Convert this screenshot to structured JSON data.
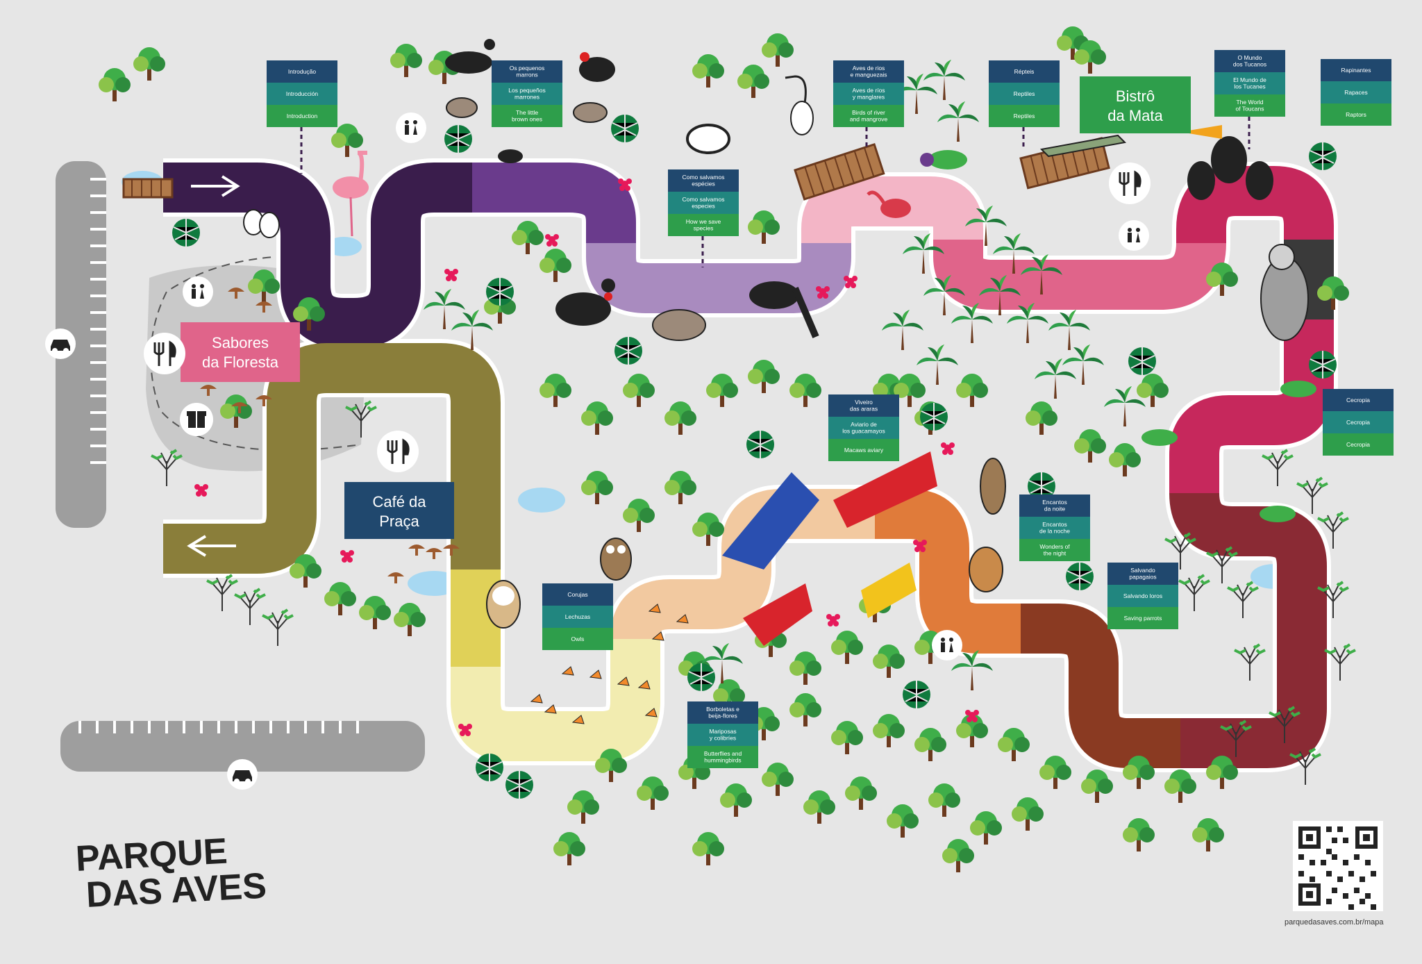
{
  "title": "Parque das Aves",
  "logo": {
    "line1": "PARQUE",
    "line2": "DAS AVES"
  },
  "url": "parquedasaves.com.br/mapa",
  "colors": {
    "background": "#e6e6e6",
    "sign_top": "#20486e",
    "sign_mid": "#21867f",
    "sign_bottom": "#2e9e4b",
    "restaurant_green": "#2e9e4b",
    "restaurant_pink": "#e0648a",
    "restaurant_navy": "#20486e",
    "path_purple_dark": "#3a1d4c",
    "path_purple": "#6a3b8c",
    "path_lilac": "#a98bbf",
    "path_pink": "#f3b5c6",
    "path_rose": "#e0648a",
    "path_magenta": "#c6285c",
    "path_charcoal": "#3a3a3a",
    "path_olive": "#8a7e3a",
    "path_yellow": "#e0d158",
    "path_cream": "#f2ecb0",
    "path_peach": "#f2c9a0",
    "path_orange": "#e07b3a",
    "path_brown": "#8a3a22",
    "path_maroon": "#8a2a34"
  },
  "signs": [
    {
      "id": "introducao",
      "lines": [
        "Introdução",
        "Introducción",
        "Introduction"
      ]
    },
    {
      "id": "pequenos-marrons",
      "lines": [
        "Os pequenos marrons",
        "Los pequeños marrones",
        "The little brown ones"
      ]
    },
    {
      "id": "como-salvamos",
      "lines": [
        "Como salvamos espécies",
        "Como salvamos especies",
        "How we save species"
      ]
    },
    {
      "id": "rios-manguezais",
      "lines": [
        "Aves de rios e manguezais",
        "Aves de ríos y manglares",
        "Birds of river and mangrove"
      ]
    },
    {
      "id": "repteis",
      "lines": [
        "Répteis",
        "Reptiles",
        "Reptiles"
      ]
    },
    {
      "id": "tucanos",
      "lines": [
        "O Mundo dos Tucanos",
        "El Mundo de los Tucanes",
        "The World of Toucans"
      ]
    },
    {
      "id": "rapinantes",
      "lines": [
        "Rapinantes",
        "Rapaces",
        "Raptors"
      ]
    },
    {
      "id": "cecropia",
      "lines": [
        "Cecropia",
        "Cecropia",
        "Cecropia"
      ]
    },
    {
      "id": "araras",
      "lines": [
        "Viveiro das araras",
        "Aviario de los guacamayos",
        "Macaws aviary"
      ]
    },
    {
      "id": "encantos-noite",
      "lines": [
        "Encantos da noite",
        "Encantos de la noche",
        "Wonders of the night"
      ]
    },
    {
      "id": "salvando-papagaios",
      "lines": [
        "Salvando papagaios",
        "Salvando loros",
        "Saving parrots"
      ]
    },
    {
      "id": "corujas",
      "lines": [
        "Corujas",
        "Lechuzas",
        "Owls"
      ]
    },
    {
      "id": "borboletas",
      "lines": [
        "Borboletas e beija-flores",
        "Mariposas y colibríes",
        "Butterflies and hummingbirds"
      ]
    }
  ],
  "restaurants": [
    {
      "id": "bistro",
      "lines": [
        "Bistrô",
        "da Mata"
      ]
    },
    {
      "id": "sabores",
      "lines": [
        "Sabores",
        "da Floresta"
      ]
    },
    {
      "id": "cafe",
      "lines": [
        "Café da",
        "Praça"
      ]
    }
  ],
  "icons": {
    "car": "car-icon",
    "restroom": "restroom-icon",
    "restaurant": "restaurant-icon",
    "gift": "gift-shop-icon",
    "qr": "qr-code-icon"
  }
}
